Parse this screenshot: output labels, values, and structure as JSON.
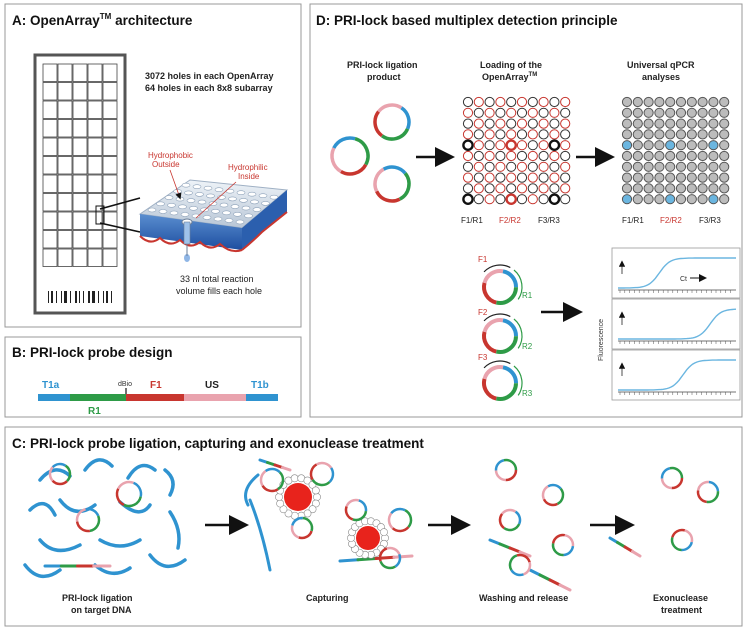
{
  "panel_a": {
    "title": "A: OpenArray",
    "title_tm": "TM",
    "title_rest": " architecture",
    "info_line1": "3072 holes in each OpenArray",
    "info_line2": "64 holes in each 8x8 subarray",
    "hydrophobic_line1": "Hydrophobic",
    "hydrophobic_line2": "Outside",
    "hydrophilic_line1": "Hydrophilic",
    "hydrophilic_line2": "Inside",
    "volume_line1": "33 nl total reaction",
    "volume_line2": "volume fills each hole"
  },
  "panel_b": {
    "title": "B: PRI-lock probe design",
    "segments": [
      "T1a",
      "R1",
      "dBio",
      "F1",
      "US",
      "T1b"
    ]
  },
  "panel_c": {
    "title": "C: PRI-lock probe ligation, capturing and exonuclease treatment",
    "step1_line1": "PRI-lock ligation",
    "step1_line2": "on target DNA",
    "step2": "Capturing",
    "step3": "Washing and release",
    "step4_line1": "Exonuclease",
    "step4_line2": "treatment"
  },
  "panel_d": {
    "title": "D: PRI-lock based multiplex detection principle",
    "col1_line1": "PRI-lock ligation",
    "col1_line2": "product",
    "col2_line1": "Loading of the",
    "col2_line2": "OpenArray",
    "col2_tm": "TM",
    "col3_line1": "Universal qPCR",
    "col3_line2": "analyses",
    "grid_labels": [
      "F1/R1",
      "F2/R2",
      "F3/R3"
    ],
    "primer_labels": [
      "F1",
      "R1",
      "F2",
      "R2",
      "F3",
      "R3"
    ],
    "fluorescence": "Fluorescence",
    "ct": "Ct"
  },
  "colors": {
    "red": "#c8362f",
    "green": "#2e9b47",
    "blue": "#2f93d0",
    "pink": "#e9a3ae",
    "grid_blue": "#6bb6e0"
  }
}
